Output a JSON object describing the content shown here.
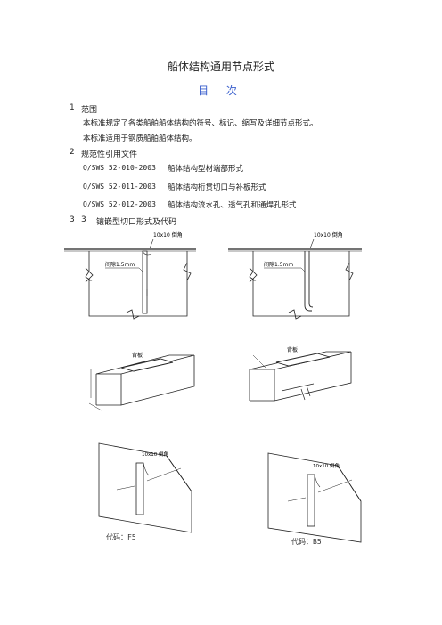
{
  "title": "船体结构通用节点形式",
  "toc_heading": "目 次",
  "sections": [
    {
      "num": "1",
      "title": "范围"
    },
    {
      "num": "2",
      "title": "规范性引用文件"
    },
    {
      "num": "3",
      "num2": "3",
      "title": "镶嵌型切口形式及代码"
    }
  ],
  "scope_lines": [
    "本标准规定了各类船舶船体结构的符号、标记、缩写及详细节点形式。",
    "本标准适用于钢质船舶船体结构。"
  ],
  "references": [
    {
      "code": "Q/SWS 52-010-2003",
      "desc": "船体结构型材端部形式"
    },
    {
      "code": "Q/SWS 52-011-2003",
      "desc": "船体结构桁贯切口与补板形式"
    },
    {
      "code": "Q/SWS 52-012-2003",
      "desc": "船体结构流水孔、透气孔和通焊孔形式"
    }
  ],
  "figures": {
    "corner_note": "10x10 倒角",
    "gap_note": "间隙1.5mm",
    "patch_label": "背板",
    "codes": [
      "代码：F5",
      "代码：B5"
    ]
  }
}
